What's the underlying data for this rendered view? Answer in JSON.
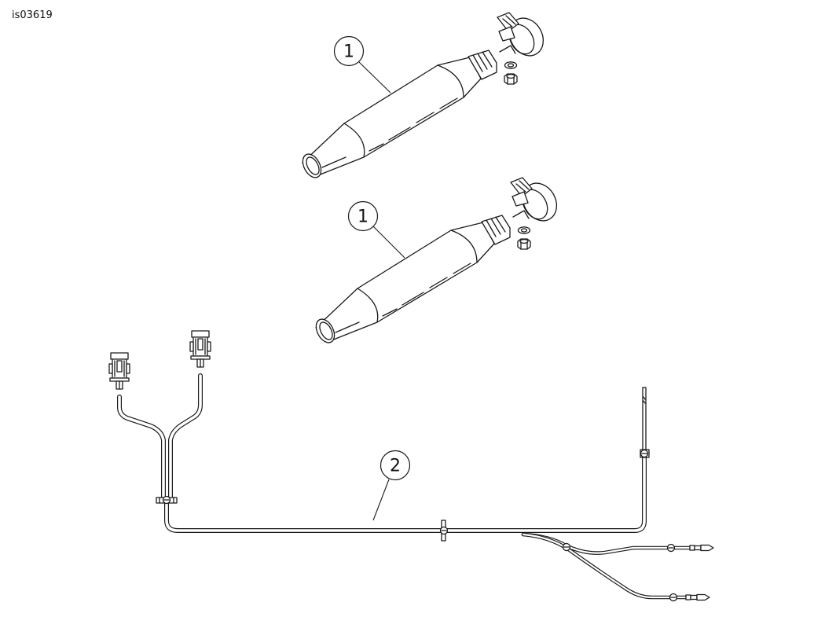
{
  "figure": {
    "id": "is03619"
  },
  "callouts": [
    {
      "number": "1",
      "part": "muffler"
    },
    {
      "number": "1",
      "part": "muffler"
    },
    {
      "number": "2",
      "part": "wiring harness"
    }
  ]
}
